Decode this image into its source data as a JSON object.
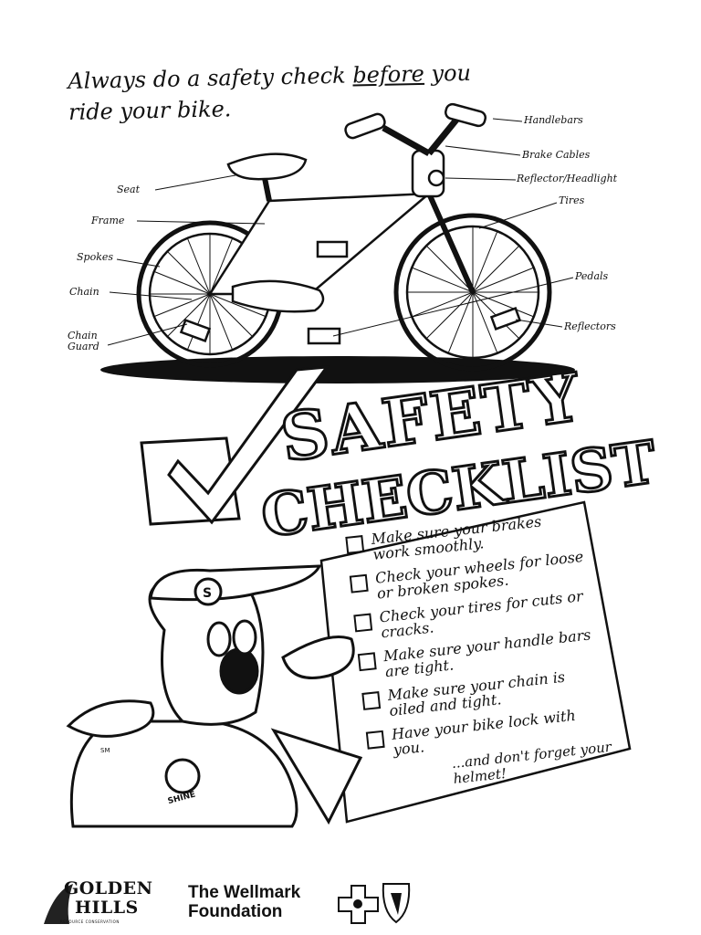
{
  "intro": {
    "before_emph": "Always do a safety check ",
    "emph": "before",
    "after_emph": " you",
    "line2": "ride your bike."
  },
  "bike_labels": {
    "handlebars": "Handlebars",
    "brake_cables": "Brake Cables",
    "reflector_headlight": "Reflector/Headlight",
    "tires": "Tires",
    "pedals": "Pedals",
    "reflectors": "Reflectors",
    "seat": "Seat",
    "frame": "Frame",
    "spokes": "Spokes",
    "chain": "Chain",
    "chain_guard": "Chain Guard"
  },
  "heading": {
    "line1": "SAFETY",
    "line2": "CHECKLIST"
  },
  "checklist": [
    "Make sure your brakes work smoothly.",
    "Check your wheels for loose or broken spokes.",
    "Check your tires for cuts or cracks.",
    "Make sure your handle bars are tight.",
    "Make sure your chain is oiled and tight.",
    "Have your bike lock with you."
  ],
  "closing": "...and don't forget your helmet!",
  "mascot": {
    "cap_letter": "S",
    "shirt_text": "SHINE",
    "artist_initials": "SM"
  },
  "footer": {
    "golden_hills_line1": "GOLDEN",
    "golden_hills_line2": "HILLS",
    "golden_hills_tag": "RESOURCE CONSERVATION",
    "wellmark_line1": "The Wellmark",
    "wellmark_line2": "Foundation"
  }
}
